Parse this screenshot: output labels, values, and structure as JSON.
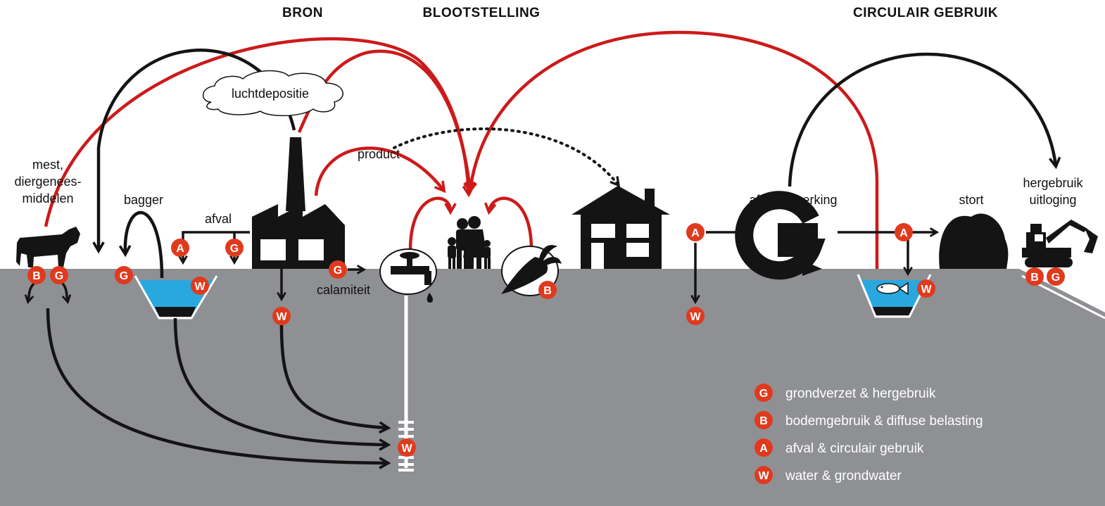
{
  "headers": {
    "bron": "BRON",
    "blootstelling": "BLOOTSTELLING",
    "circulair": "CIRCULAIR GEBRUIK"
  },
  "labels": {
    "mest_1": "mest,",
    "mest_2": "diergenees-",
    "mest_3": "middelen",
    "bagger": "bagger",
    "afval": "afval",
    "luchtdepositie": "luchtdepositie",
    "product": "product",
    "calamiteit": "calamiteit",
    "afvalverwerking": "afvalverwerking",
    "stort": "stort",
    "hergebruik": "hergebruik",
    "uitloging": "uitloging"
  },
  "badge_letters": {
    "G": "G",
    "B": "B",
    "A": "A",
    "W": "W"
  },
  "legend": [
    {
      "letter": "G",
      "text": "grondverzet & hergebruik"
    },
    {
      "letter": "B",
      "text": "bodemgebruik & diffuse belasting"
    },
    {
      "letter": "A",
      "text": "afval & circulair gebruik"
    },
    {
      "letter": "W",
      "text": "water & grondwater"
    }
  ],
  "colors": {
    "ground": "#8f9093",
    "badge": "#e03a1e",
    "red_arrow": "#cc1a1a",
    "black_arrow": "#141414",
    "water": "#29a8e0"
  },
  "icons": [
    "cow-icon",
    "factory-icon",
    "tap-icon",
    "family-icon",
    "carrot-icon",
    "house-icon",
    "recycling-g-icon",
    "landfill-icon",
    "excavator-icon",
    "fish-icon",
    "well-icon",
    "cloud-icon"
  ]
}
